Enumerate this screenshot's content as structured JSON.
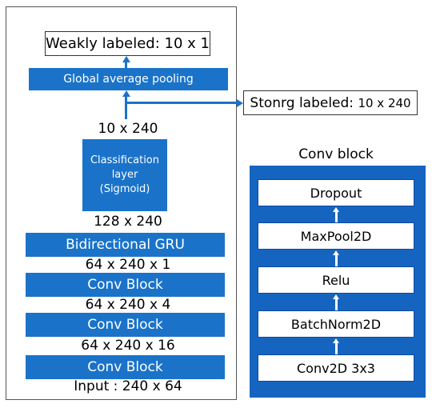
{
  "model": {
    "output": {
      "prefix": "Weakly labeled: ",
      "dims": "10 x 1"
    },
    "pooling": "Global average pooling",
    "strong_output": {
      "prefix": "Stonrg labeled: ",
      "dims": "10 x 240"
    },
    "dims_after_classifier": "10 x 240",
    "classifier": [
      "Classification",
      "layer",
      "(Sigmoid)"
    ],
    "dims_after_gru": "128 x 240",
    "gru": "Bidirectional GRU",
    "dims_after_conv3": "64 x 240 x 1",
    "conv3": "Conv Block",
    "dims_after_conv2": "64 x 240 x 4",
    "conv2": "Conv Block",
    "dims_after_conv1": "64 x 240 x 16",
    "conv1": "Conv Block",
    "input": "Input : 240 x 64"
  },
  "conv_block": {
    "title": "Conv block",
    "steps": [
      "Dropout",
      "MaxPool2D",
      "Relu",
      "BatchNorm2D",
      "Conv2D 3x3"
    ]
  },
  "colors": {
    "layer_blue": "#1a73c9",
    "conv_panel_blue": "#1565c0"
  }
}
